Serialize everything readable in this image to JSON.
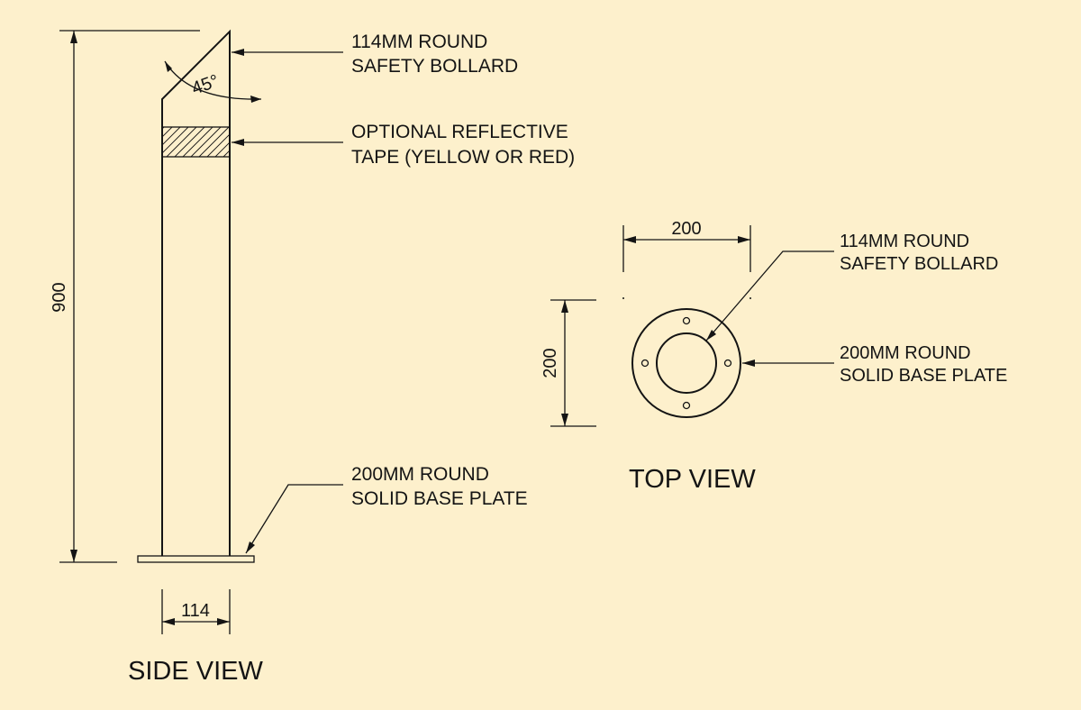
{
  "colors": {
    "background": "#fdf0cc",
    "ink": "#141414"
  },
  "side_view": {
    "title": "SIDE VIEW",
    "height_dim": "900",
    "width_dim": "114",
    "angle_label": "45°",
    "callout_bollard": [
      "114MM ROUND",
      "SAFETY BOLLARD"
    ],
    "callout_tape": [
      "OPTIONAL REFLECTIVE",
      "TAPE (YELLOW OR RED)"
    ],
    "callout_base": [
      "200MM ROUND",
      "SOLID BASE PLATE"
    ]
  },
  "top_view": {
    "title": "TOP VIEW",
    "width_dim": "200",
    "height_dim": "200",
    "callout_bollard": [
      "114MM ROUND",
      "SAFETY BOLLARD"
    ],
    "callout_base": [
      "200MM ROUND",
      "SOLID BASE PLATE"
    ]
  }
}
